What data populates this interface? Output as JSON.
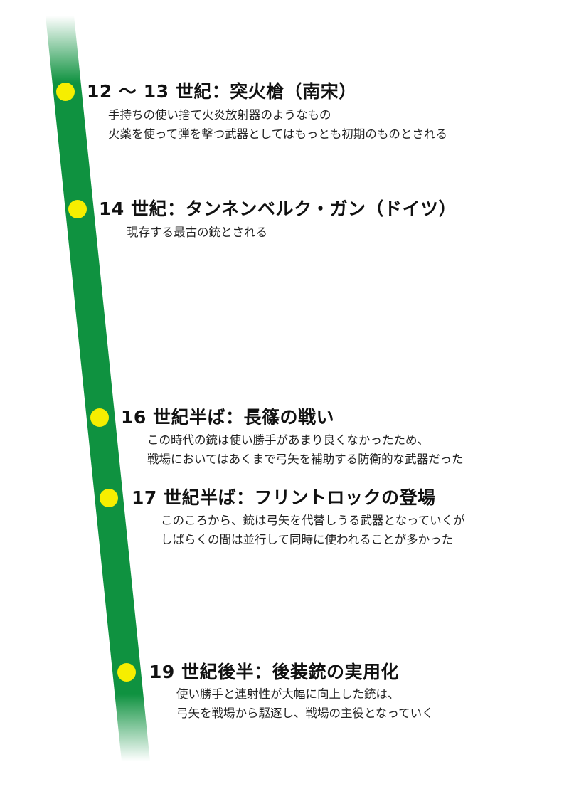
{
  "colors": {
    "timeline_green": "#0f9240",
    "marker_yellow": "#f6ee00",
    "text": "#111111"
  },
  "events": [
    {
      "title": "12 〜 13 世紀：突火槍（南宋）",
      "lines": [
        "手持ちの使い捨て火炎放射器のようなもの",
        "火薬を使って弾を撃つ武器としてはもっとも初期のものとされる"
      ]
    },
    {
      "title": "14 世紀：タンネンベルク・ガン（ドイツ）",
      "lines": [
        "現存する最古の銃とされる"
      ]
    },
    {
      "title": "16 世紀半ば：長篠の戦い",
      "lines": [
        "この時代の銃は使い勝手があまり良くなかったため、",
        "戦場においてはあくまで弓矢を補助する防衛的な武器だった"
      ]
    },
    {
      "title": "17 世紀半ば：フリントロックの登場",
      "lines": [
        "このころから、銃は弓矢を代替しうる武器となっていくが",
        "しばらくの間は並行して同時に使われることが多かった"
      ]
    },
    {
      "title": "19 世紀後半：後装銃の実用化",
      "lines": [
        "使い勝手と連射性が大幅に向上した銃は、",
        "弓矢を戦場から駆逐し、戦場の主役となっていく"
      ]
    }
  ]
}
